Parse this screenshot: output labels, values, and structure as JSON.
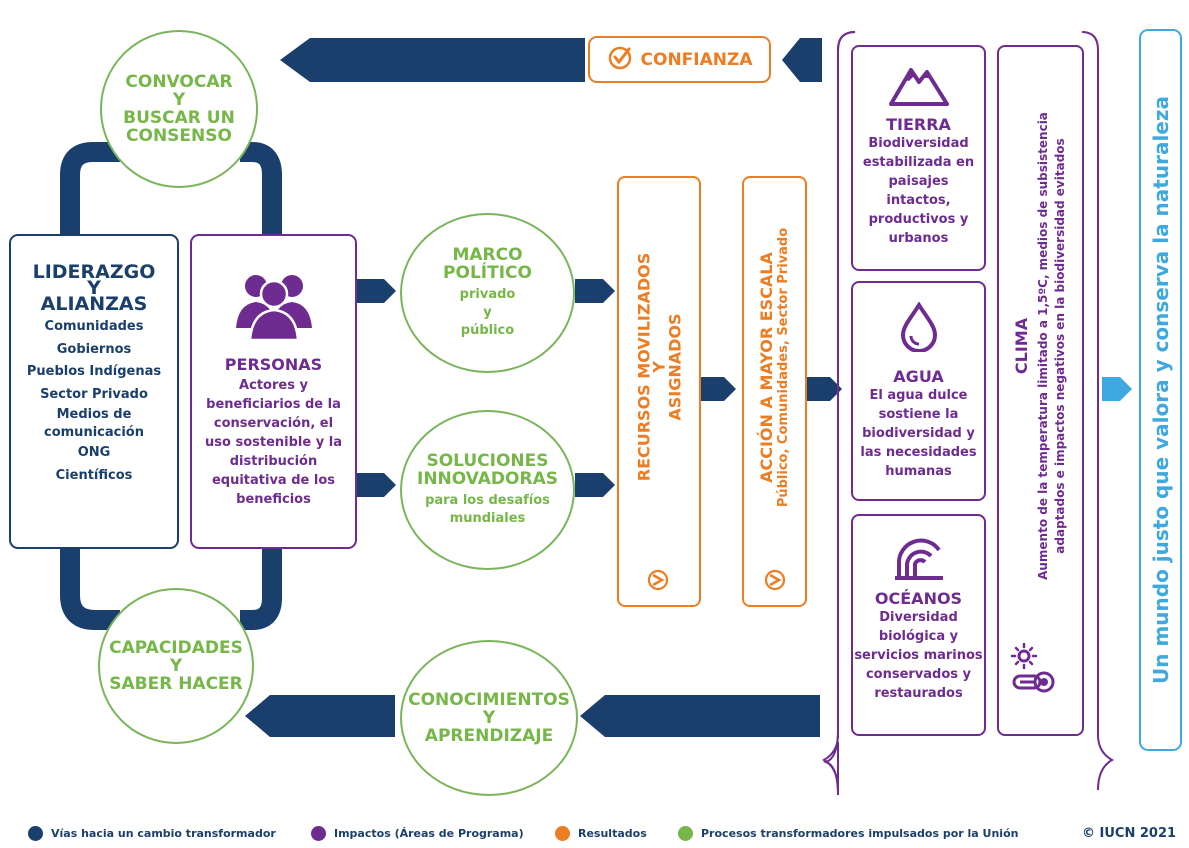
{
  "colors": {
    "navy": "#1b3f6c",
    "purple": "#6e2c91",
    "orange": "#ec7d22",
    "green": "#77b649",
    "light_blue": "#3fa9df"
  },
  "confianza": {
    "label": "CONFIANZA",
    "icon": "check-circle-icon"
  },
  "convocar": {
    "lines": [
      "CONVOCAR",
      "Y",
      "BUSCAR UN",
      "CONSENSO"
    ]
  },
  "capacidades": {
    "lines": [
      "CAPACIDADES",
      "Y",
      "SABER HACER"
    ]
  },
  "conocimientos": {
    "lines": [
      "CONOCIMIENTOS",
      "Y",
      "APRENDIZAJE"
    ]
  },
  "marco": {
    "title_lines": [
      "MARCO",
      "POLÍTICO"
    ],
    "sub_lines": [
      "privado",
      "y",
      "público"
    ]
  },
  "soluciones": {
    "title_lines": [
      "SOLUCIONES",
      "INNOVADORAS"
    ],
    "sub_lines": [
      "para los desafíos",
      "mundiales"
    ]
  },
  "liderazgo": {
    "title_lines": [
      "LIDERAZGO",
      "Y",
      "ALIANZAS"
    ],
    "items": [
      "Comunidades",
      "Gobiernos",
      "Pueblos Indígenas",
      "Sector Privado",
      "Medios de",
      "comunicación",
      "ONG",
      "Científicos"
    ]
  },
  "personas": {
    "icon": "people-icon",
    "title": "PERSONAS",
    "text_lines": [
      "Actores y",
      "beneficiarios de la",
      "conservación, el",
      "uso sostenible y la",
      "distribución",
      "equitativa de los",
      "beneficios"
    ]
  },
  "recursos": {
    "title_lines": [
      "RECURSOS MOVILIZADOS",
      "Y",
      "ASIGNADOS"
    ],
    "icon": "check-circle-icon"
  },
  "accion": {
    "title": "ACCIÓN A MAYOR ESCALA",
    "sub": "Público, Comunidades, Sector Privado",
    "icon": "check-circle-icon"
  },
  "tierra": {
    "icon": "mountain-icon",
    "title": "TIERRA",
    "text_lines": [
      "Biodiversidad",
      "estabilizada en",
      "paisajes",
      "intactos,",
      "productivos y",
      "urbanos"
    ]
  },
  "agua": {
    "icon": "water-drop-icon",
    "title": "AGUA",
    "text_lines": [
      "El agua dulce",
      "sostiene la",
      "biodiversidad y",
      "las necesidades",
      "humanas"
    ]
  },
  "oceanos": {
    "icon": "wave-icon",
    "title": "OCÉANOS",
    "text_lines": [
      "Diversidad",
      "biológica y",
      "servicios marinos",
      "conservados y",
      "restaurados"
    ]
  },
  "clima": {
    "icon": "thermometer-sun-icon",
    "title": "CLIMA",
    "text_lines": [
      "Aumento de la temperatura limitado a 1,5ºC, medios de subsistencia",
      "adaptados e impactos negativos en la biodiversidad evitados"
    ]
  },
  "vision": {
    "label": "Un mundo justo que valora y conserva la naturaleza"
  },
  "legend": [
    {
      "label": "Vías hacia un cambio transformador",
      "color": "#1b3f6c"
    },
    {
      "label": "Impactos (Áreas de Programa)",
      "color": "#6e2c91"
    },
    {
      "label": "Resultados",
      "color": "#ec7d22"
    },
    {
      "label": "Procesos transformadores impulsados por la Unión",
      "color": "#77b649"
    }
  ],
  "copyright": "© IUCN 2021"
}
